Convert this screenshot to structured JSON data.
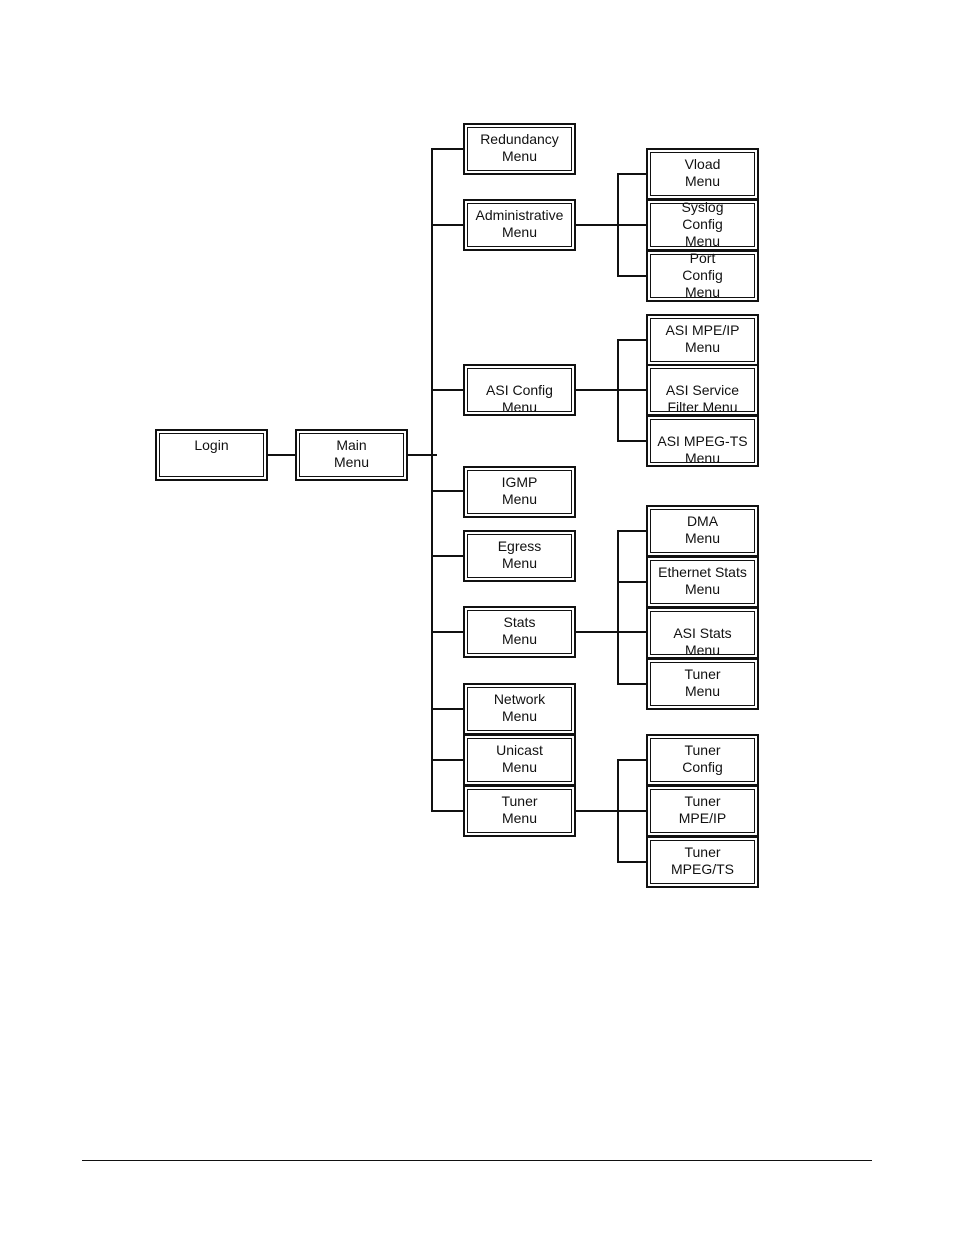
{
  "diagram": {
    "root": {
      "login": "Login",
      "main": "Main\nMenu"
    },
    "main_children": [
      {
        "id": "redundancy",
        "label": "Redundancy\nMenu"
      },
      {
        "id": "administrative",
        "label": "Administrative\nMenu"
      },
      {
        "id": "asi_config",
        "label": "ASI Config\nMenu"
      },
      {
        "id": "igmp",
        "label": "IGMP\nMenu"
      },
      {
        "id": "egress",
        "label": "Egress\nMenu"
      },
      {
        "id": "stats",
        "label": "Stats\nMenu"
      },
      {
        "id": "network",
        "label": "Network\nMenu"
      },
      {
        "id": "unicast",
        "label": "Unicast\nMenu"
      },
      {
        "id": "tuner",
        "label": "Tuner\nMenu"
      }
    ],
    "administrative_children": [
      {
        "label": "Vload\nMenu"
      },
      {
        "label": "Syslog\nConfig\nMenu"
      },
      {
        "label": "Port\nConfig\nMenu"
      }
    ],
    "asi_config_children": [
      {
        "label": "ASI MPE/IP\nMenu"
      },
      {
        "label": "ASI Service\nFilter Menu"
      },
      {
        "label": "ASI MPEG-TS\nMenu"
      }
    ],
    "stats_children": [
      {
        "label": "DMA\nMenu"
      },
      {
        "label": "Ethernet Stats\nMenu"
      },
      {
        "label": "ASI Stats\nMenu"
      },
      {
        "label": "Tuner\nMenu"
      }
    ],
    "tuner_children": [
      {
        "label": "Tuner\nConfig"
      },
      {
        "label": "Tuner\nMPE/IP"
      },
      {
        "label": "Tuner\nMPEG/TS"
      }
    ]
  }
}
